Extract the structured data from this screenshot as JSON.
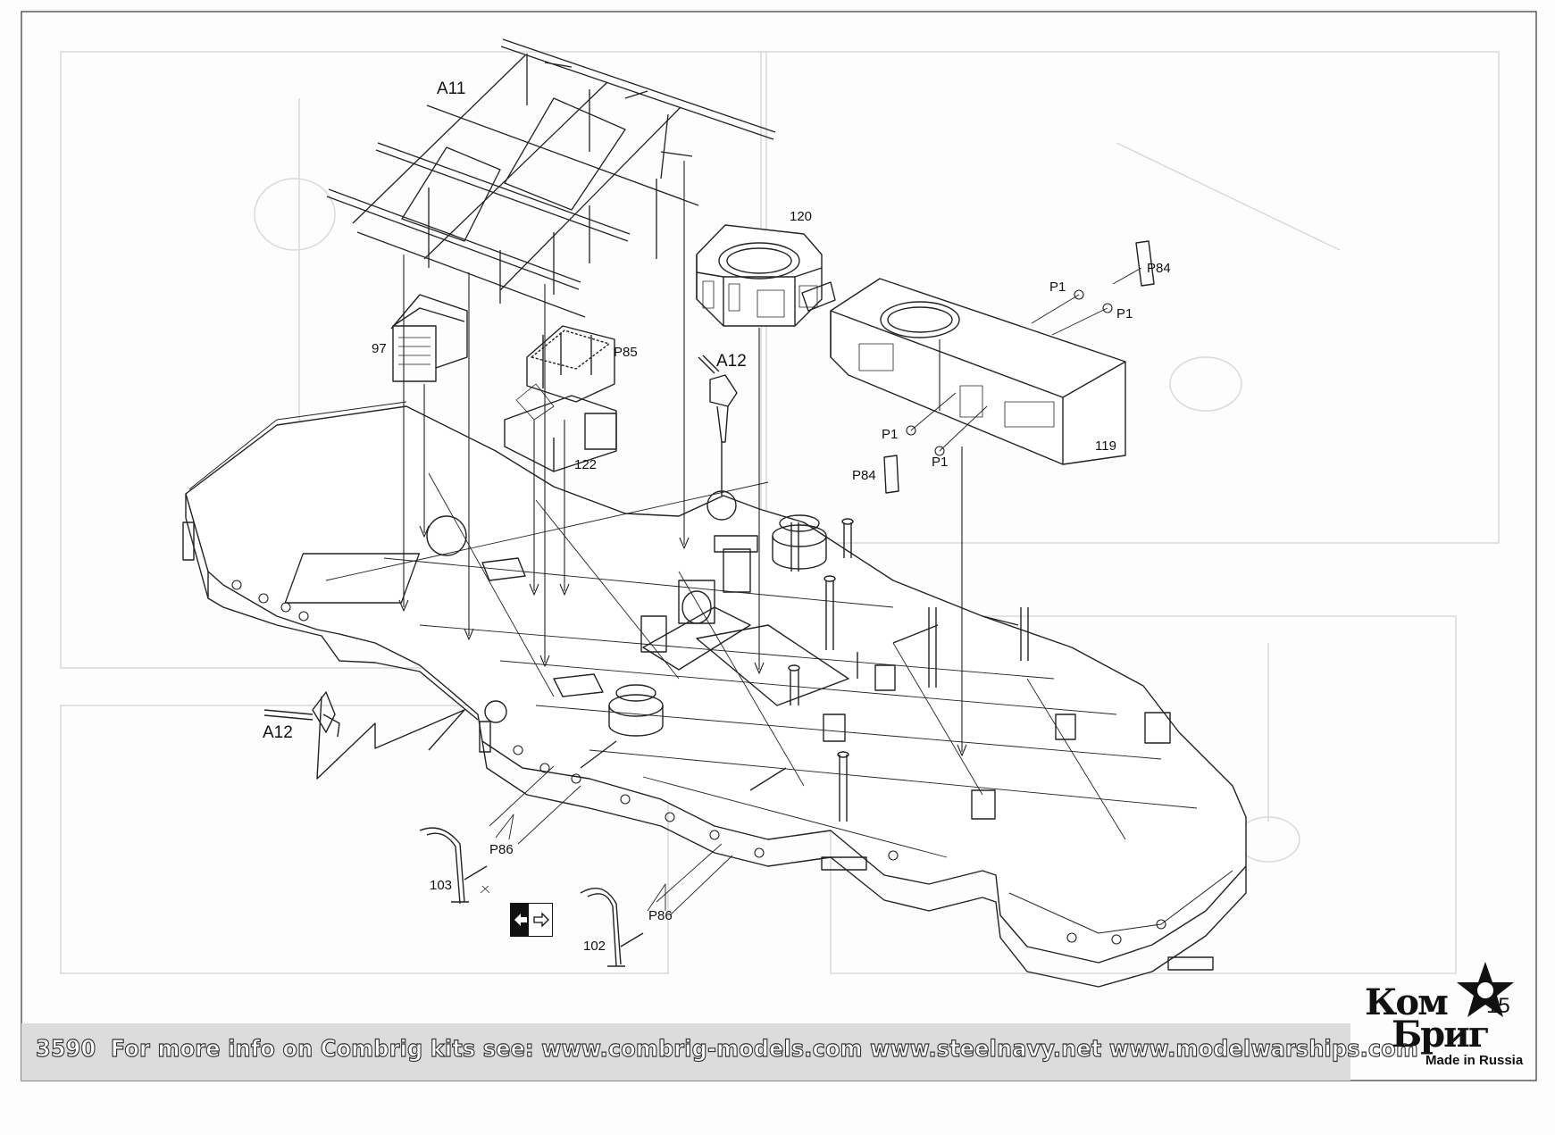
{
  "parts": {
    "a11": "A11",
    "p120": "120",
    "p84_top": "P84",
    "p1_top_left": "P1",
    "p1_top_right": "P1",
    "p97": "97",
    "p85": "P85",
    "a12_top": "A12",
    "p122": "122",
    "p1_mid_left": "P1",
    "p1_mid_right": "P1",
    "p84_mid": "P84",
    "p119": "119",
    "a12_left": "A12",
    "p86_left": "P86",
    "p103": "103",
    "p86_right": "P86",
    "p102": "102"
  },
  "footer": {
    "kit_number": "3590",
    "info": "For more info on Combrig kits see: www.combrig-models.com www.steelnavy.net  www.modelwarships.com"
  },
  "logo": {
    "brand_line1": "Ком",
    "brand_line2": "Бриг",
    "made_in": "Made in Russia"
  },
  "page_number": "15",
  "colors": {
    "line": "#222222",
    "ghost": "#d8d8d8",
    "footer_band": "#dcdcdc"
  }
}
